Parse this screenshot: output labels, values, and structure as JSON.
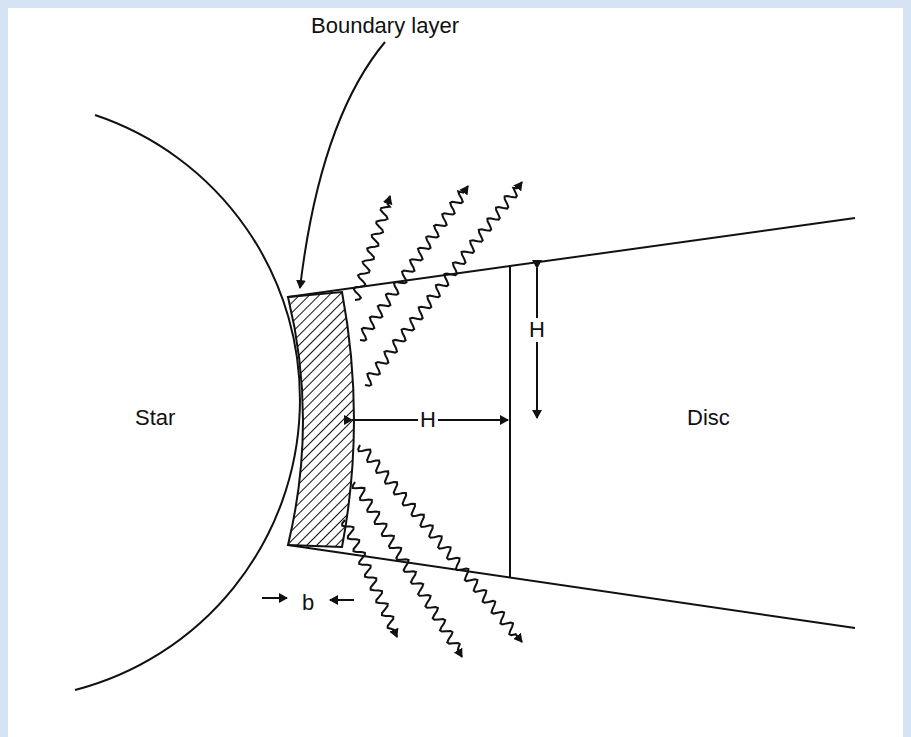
{
  "diagram": {
    "nodes": [
      {
        "text": [
          "Star"
        ]
      },
      {
        "text": [
          "Disc"
        ]
      }
    ],
    "labels": [
      "Boundary layer",
      "H",
      "H",
      "b"
    ]
  }
}
